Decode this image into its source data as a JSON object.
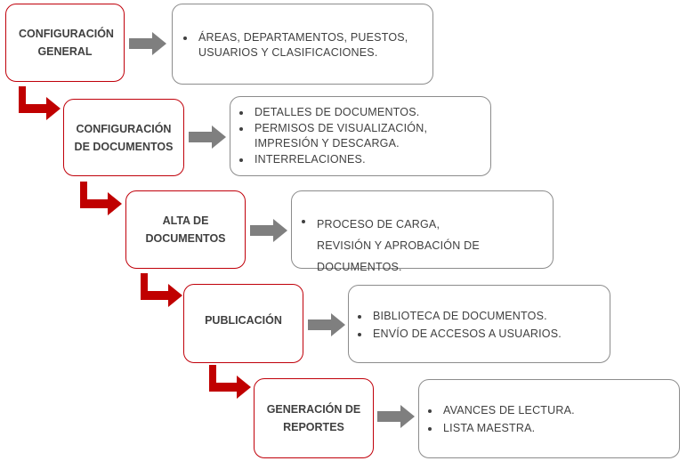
{
  "steps": [
    {
      "title": "CONFIGURACIÓN GENERAL",
      "items": [
        "ÁREAS, DEPARTAMENTOS, PUESTOS, USUARIOS Y CLASIFICACIONES."
      ]
    },
    {
      "title": "CONFIGURACIÓN DE DOCUMENTOS",
      "items": [
        "DETALLES DE DOCUMENTOS.",
        "PERMISOS DE VISUALIZACIÓN, IMPRESIÓN Y DESCARGA.",
        "INTERRELACIONES."
      ]
    },
    {
      "title": "ALTA DE DOCUMENTOS",
      "items": [
        "PROCESO DE CARGA, REVISIÓN Y APROBACIÓN DE DOCUMENTOS."
      ]
    },
    {
      "title": "PUBLICACIÓN",
      "items": [
        "BIBLIOTECA DE DOCUMENTOS.",
        "ENVÍO DE ACCESOS A USUARIOS."
      ]
    },
    {
      "title": "GENERACIÓN DE REPORTES",
      "items": [
        "AVANCES DE LECTURA.",
        "LISTA MAESTRA."
      ]
    }
  ],
  "colors": {
    "step_border": "#c0000a",
    "elbow_arrow": "#c00000",
    "right_arrow": "#7f7f7f",
    "detail_border": "#8c8c8c",
    "text": "#404040"
  }
}
